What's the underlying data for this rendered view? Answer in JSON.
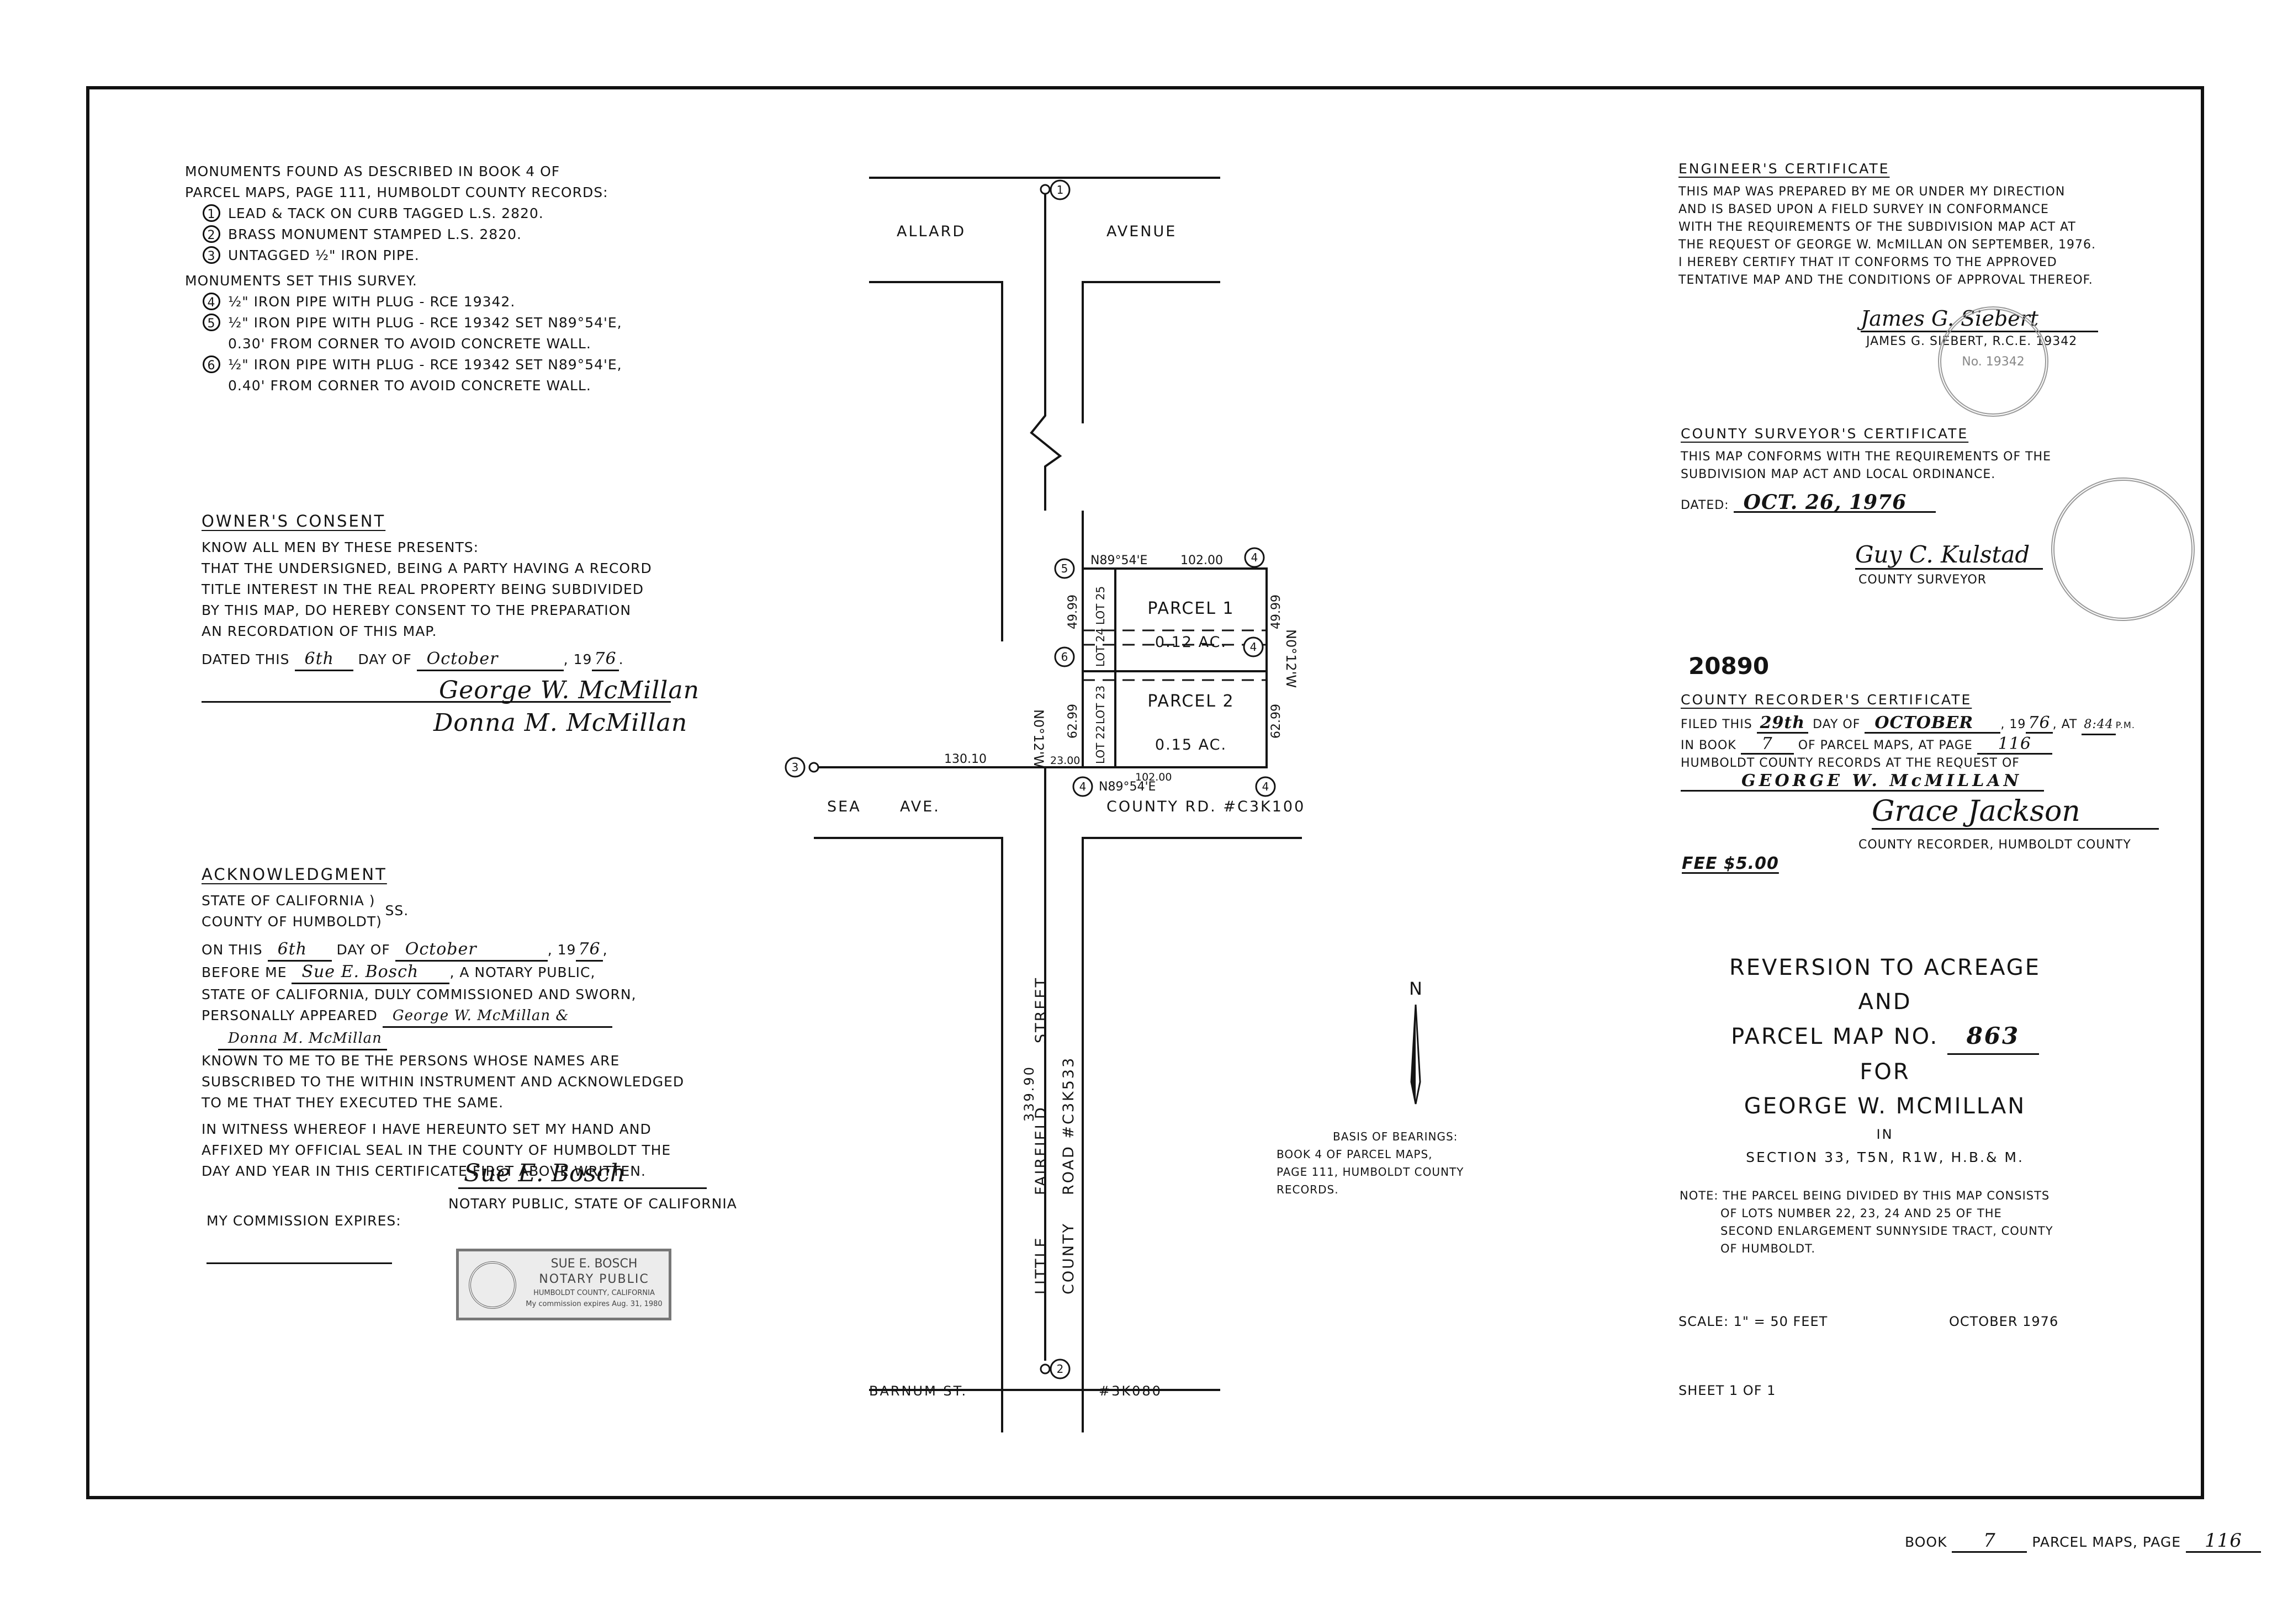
{
  "monuments": {
    "found_heading_1": "MONUMENTS FOUND AS DESCRIBED IN BOOK 4 OF",
    "found_heading_2": "PARCEL MAPS, PAGE 111, HUMBOLDT COUNTY RECORDS:",
    "found": [
      {
        "num": "1",
        "text": "LEAD & TACK ON CURB TAGGED L.S. 2820."
      },
      {
        "num": "2",
        "text": "BRASS MONUMENT STAMPED L.S. 2820."
      },
      {
        "num": "3",
        "text": "UNTAGGED ½\" IRON PIPE."
      }
    ],
    "set_heading": "MONUMENTS SET THIS SURVEY.",
    "set": [
      {
        "num": "4",
        "line1": "½\" IRON PIPE WITH PLUG - RCE 19342.",
        "line2": ""
      },
      {
        "num": "5",
        "line1": "½\" IRON PIPE WITH PLUG - RCE 19342 SET N89°54'E,",
        "line2": "0.30' FROM CORNER TO AVOID CONCRETE WALL."
      },
      {
        "num": "6",
        "line1": "½\" IRON PIPE WITH PLUG - RCE 19342 SET N89°54'E,",
        "line2": "0.40' FROM CORNER TO AVOID CONCRETE WALL."
      }
    ]
  },
  "owners_consent": {
    "title": "OWNER'S CONSENT",
    "lines": [
      "KNOW ALL MEN BY THESE PRESENTS:",
      "THAT THE UNDERSIGNED, BEING A PARTY HAVING A RECORD",
      "TITLE INTEREST IN THE REAL PROPERTY BEING SUBDIVIDED",
      "BY THIS MAP, DO HEREBY CONSENT TO THE PREPARATION",
      "AN RECORDATION OF THIS MAP."
    ],
    "dated_prefix": "DATED THIS",
    "day": "6th",
    "day_of": "DAY OF",
    "month": "October",
    "year_prefix": ", 19",
    "year": "76",
    "year_suffix": ".",
    "signature_1": "George W. McMillan",
    "signature_2": "Donna M. McMillan"
  },
  "acknowledgment": {
    "title": "ACKNOWLEDGMENT",
    "state_line": "STATE OF CALIFORNIA )",
    "county_line": "COUNTY OF HUMBOLDT)",
    "ss": "SS.",
    "on_this": "ON THIS",
    "day": "6th",
    "day_of": "DAY OF",
    "month": "October",
    "year_prefix": ", 19",
    "year": "76",
    "year_suffix": ",",
    "before_me": "BEFORE ME",
    "notary_name": "Sue E. Bosch",
    "notary_suffix": ", A NOTARY PUBLIC,",
    "state_commission": "STATE OF CALIFORNIA, DULY COMMISSIONED AND SWORN,",
    "appeared": "PERSONALLY APPEARED",
    "appeared_names_1": "George W. McMillan  &",
    "appeared_names_2": "Donna M. McMillan",
    "body": [
      "KNOWN TO ME TO BE THE PERSONS WHOSE NAMES ARE",
      "SUBSCRIBED TO THE WITHIN INSTRUMENT AND ACKNOWLEDGED",
      "TO ME THAT THEY EXECUTED THE SAME."
    ],
    "witness": [
      "IN WITNESS WHEREOF I HAVE HEREUNTO SET MY HAND AND",
      "AFFIXED MY OFFICIAL SEAL IN THE COUNTY OF HUMBOLDT THE",
      "DAY AND YEAR IN THIS CERTIFICATE FIRST ABOVE WRITTEN."
    ],
    "signature": "Sue E. Bosch",
    "signature_caption": "NOTARY PUBLIC, STATE OF CALIFORNIA",
    "commission_expires": "MY COMMISSION EXPIRES:",
    "stamp": {
      "name": "SUE E. BOSCH",
      "title": "NOTARY PUBLIC",
      "county": "HUMBOLDT COUNTY, CALIFORNIA",
      "expires": "My commission expires Aug. 31, 1980"
    }
  },
  "map": {
    "streets": {
      "allard": "ALLARD",
      "avenue": "AVENUE",
      "sea": "SEA",
      "ave": "AVE.",
      "county_rd": "COUNTY RD. #C3K100",
      "barnum": "BARNUM ST.",
      "barnum_code": "#3K080",
      "little": "LITTLE",
      "fairfield": "FAIRFIELD",
      "street": "STREET",
      "county": "COUNTY",
      "road": "ROAD #C3K533"
    },
    "dims": {
      "top_bearing": "N89°54'E",
      "top_dist": "102.00",
      "bottom_bearing": "N89°54'E",
      "bottom_dist": "102.00",
      "left_bearing": "N0°12'W",
      "right_bearing": "N0°12'W",
      "d_4999_left": "49.99",
      "d_4999_right": "49.99",
      "d_6299_left": "62.99",
      "d_6299_right": "62.99",
      "d_13010": "130.10",
      "d_2300": "23.00",
      "d_33990": "339.90"
    },
    "lots": {
      "lot25": "LOT 25",
      "lot24": "LOT 24",
      "lot23": "LOT 23",
      "lot22": "LOT 22"
    },
    "parcels": [
      {
        "name": "PARCEL 1",
        "area": "0.12 AC."
      },
      {
        "name": "PARCEL 2",
        "area": "0.15 AC."
      }
    ],
    "monument_labels": [
      "1",
      "2",
      "3",
      "4",
      "5",
      "6"
    ],
    "north": "N",
    "basis_of_bearings": [
      "BASIS OF BEARINGS:",
      "BOOK 4 OF PARCEL MAPS,",
      "PAGE 111, HUMBOLDT COUNTY",
      "RECORDS."
    ]
  },
  "engineer": {
    "title": "ENGINEER'S CERTIFICATE",
    "lines": [
      "THIS MAP WAS PREPARED BY ME OR UNDER MY DIRECTION",
      "AND IS BASED UPON A FIELD SURVEY IN CONFORMANCE",
      "WITH THE REQUIREMENTS OF THE SUBDIVISION MAP ACT AT",
      "THE REQUEST OF GEORGE W. McMILLAN ON SEPTEMBER, 1976.",
      "I HEREBY CERTIFY THAT IT CONFORMS TO THE APPROVED",
      "TENTATIVE MAP AND THE CONDITIONS OF APPROVAL THEREOF."
    ],
    "signature": "James G. Siebert",
    "name": "JAMES G. SIEBERT, R.C.E. 19342",
    "seal_text": "No. 19342"
  },
  "county_surveyor": {
    "title": "COUNTY SURVEYOR'S CERTIFICATE",
    "lines": [
      "THIS MAP CONFORMS WITH THE REQUIREMENTS OF THE",
      "SUBDIVISION MAP ACT AND LOCAL ORDINANCE."
    ],
    "dated_label": "DATED:",
    "date": "OCT. 26, 1976",
    "signature": "Guy C. Kulstad",
    "caption": "COUNTY SURVEYOR"
  },
  "county_recorder": {
    "doc_number": "20890",
    "title": "COUNTY RECORDER'S CERTIFICATE",
    "filed_this": "FILED THIS",
    "day": "29th",
    "day_of": "DAY OF",
    "month": "OCTOBER",
    "year_prefix": ", 19",
    "year": "76",
    "at": ", AT",
    "time": "8:44",
    "ampm": "P.M.",
    "in_book": "IN BOOK",
    "book": "7",
    "of_parcel_maps": "OF PARCEL MAPS, AT PAGE",
    "page": "116",
    "records": "HUMBOLDT COUNTY RECORDS AT THE REQUEST OF",
    "requester": "GEORGE W. McMILLAN",
    "signature": "Grace Jackson",
    "caption": "COUNTY RECORDER, HUMBOLDT COUNTY",
    "fee": "FEE $5.00"
  },
  "title_block": {
    "line1": "REVERSION TO ACREAGE",
    "line2": "AND",
    "line3_prefix": "PARCEL MAP NO.",
    "map_no": "863",
    "line4": "FOR",
    "line5": "GEORGE W. MCMILLAN",
    "line6": "IN",
    "line7": "SECTION 33, T5N, R1W, H.B.& M."
  },
  "note": {
    "label": "NOTE:",
    "lines": [
      "THE PARCEL BEING DIVIDED BY THIS MAP CONSISTS",
      "OF LOTS NUMBER 22, 23, 24 AND 25 OF THE",
      "SECOND ENLARGEMENT SUNNYSIDE TRACT, COUNTY",
      "OF HUMBOLDT."
    ]
  },
  "scale": "SCALE: 1\" = 50 FEET",
  "date": "OCTOBER 1976",
  "sheet": "SHEET 1 OF 1",
  "footer": {
    "book_label": "BOOK",
    "book": "7",
    "parcel_maps_label": "PARCEL MAPS, PAGE",
    "page": "116"
  }
}
